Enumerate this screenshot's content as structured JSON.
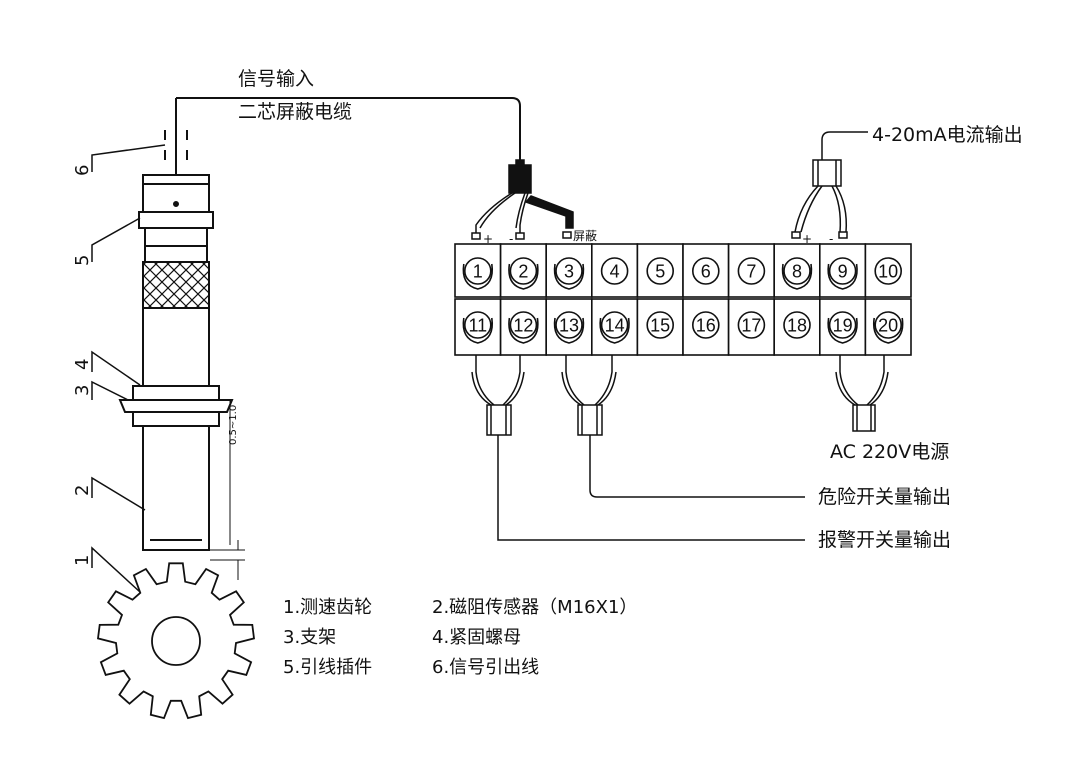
{
  "cable": {
    "signal_label": "信号输入",
    "cable_label": "二芯屏蔽电缆"
  },
  "outputs": {
    "current": "4-20mA电流输出",
    "power": "AC 220V电源",
    "danger": "危险开关量输出",
    "alarm": "报警开关量输出"
  },
  "terminal_marks": {
    "plus": "+",
    "minus": "-",
    "shield": "屏蔽"
  },
  "terminals": {
    "top": [
      "1",
      "2",
      "3",
      "4",
      "5",
      "6",
      "7",
      "8",
      "9",
      "10"
    ],
    "bottom": [
      "11",
      "12",
      "13",
      "14",
      "15",
      "16",
      "17",
      "18",
      "19",
      "20"
    ]
  },
  "sensor": {
    "callouts": [
      "6",
      "5",
      "4",
      "3",
      "2",
      "1"
    ],
    "gap": "0.5~1.0"
  },
  "legend": [
    "1.测速齿轮",
    "2.磁阻传感器（M16X1）",
    "3.支架",
    "4.紧固螺母",
    "5.引线插件",
    "6.信号引出线"
  ]
}
